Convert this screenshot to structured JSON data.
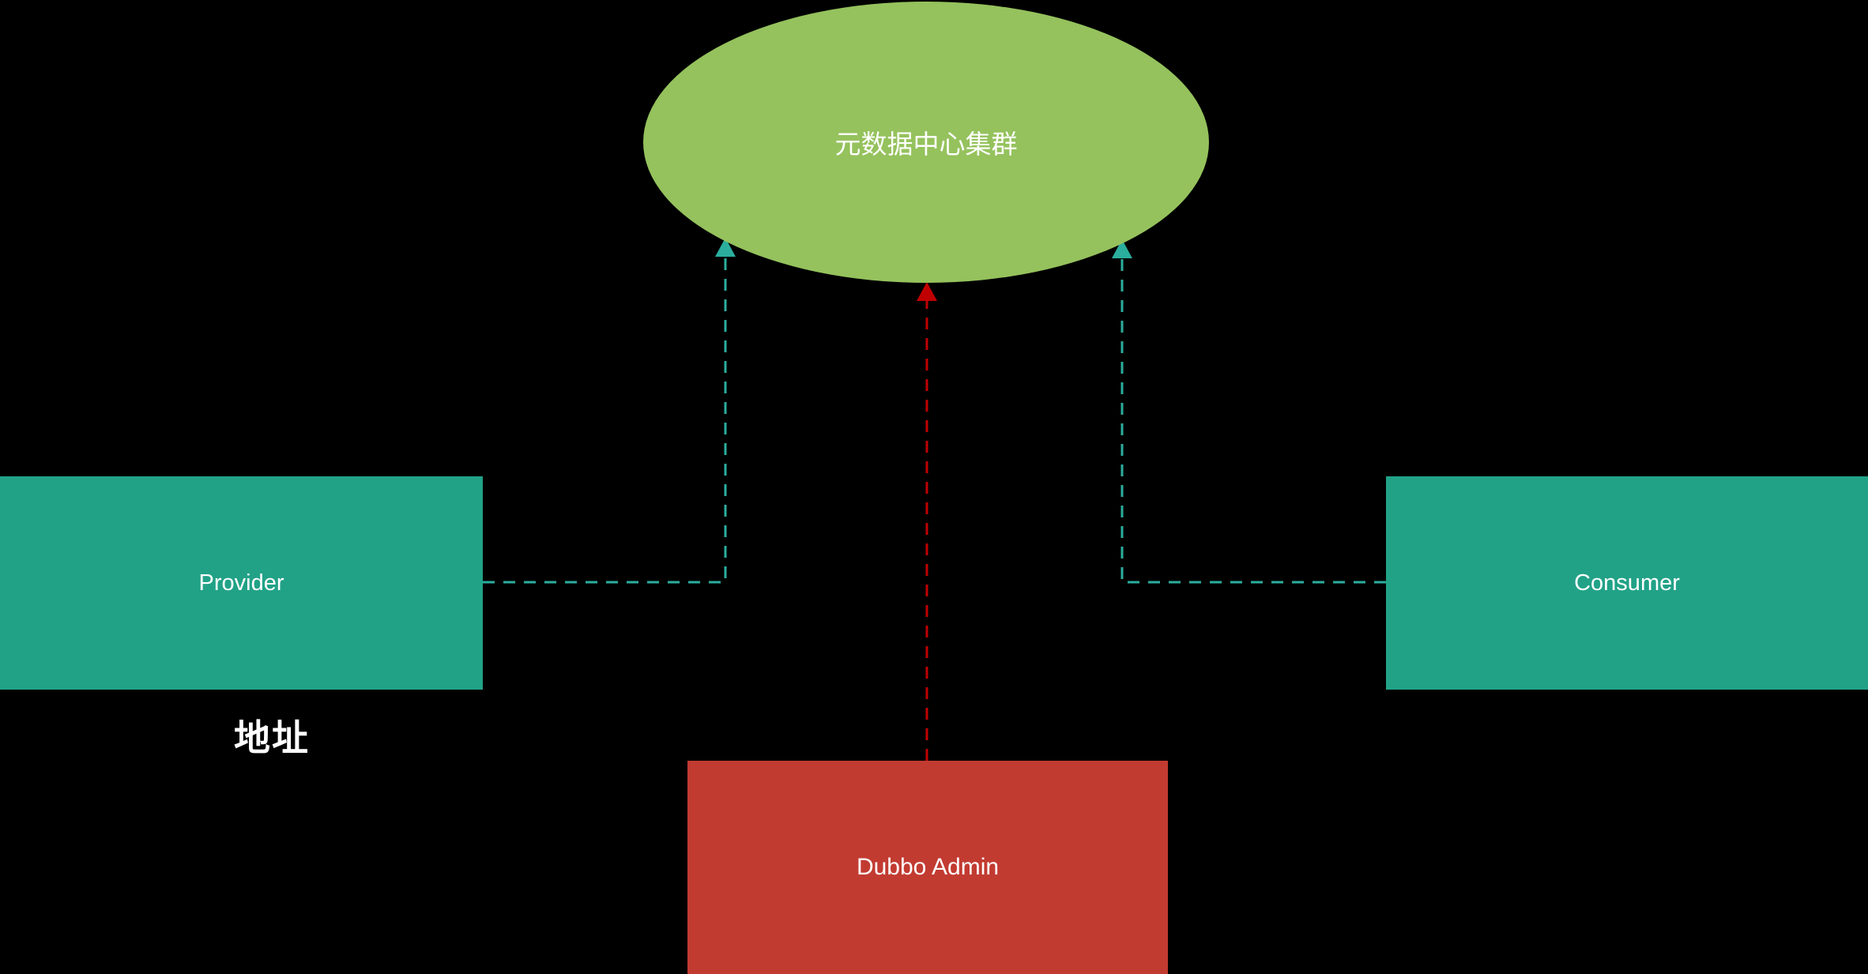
{
  "diagram": {
    "background_color": "#000000",
    "nodes": {
      "metadata_cluster": {
        "label": "元数据中心集群",
        "shape": "ellipse",
        "fill": "#95C25D",
        "text_color": "#FFFFFF"
      },
      "provider": {
        "label": "Provider",
        "shape": "rect",
        "fill": "#21A287",
        "text_color": "#FFFFFF"
      },
      "consumer": {
        "label": "Consumer",
        "shape": "rect",
        "fill": "#21A287",
        "text_color": "#FFFFFF"
      },
      "dubbo_admin": {
        "label": "Dubbo Admin",
        "shape": "rect",
        "fill": "#C23B31",
        "text_color": "#FFFFFF"
      }
    },
    "annotations": {
      "address": {
        "label": "地址",
        "text_color": "#FFFFFF"
      }
    },
    "connectors": {
      "provider_to_metadata": {
        "style": "dashed",
        "color": "#2BAE9E"
      },
      "consumer_to_metadata": {
        "style": "dashed",
        "color": "#2BAE9E"
      },
      "admin_to_metadata": {
        "style": "dashed",
        "color": "#C00000"
      }
    }
  }
}
